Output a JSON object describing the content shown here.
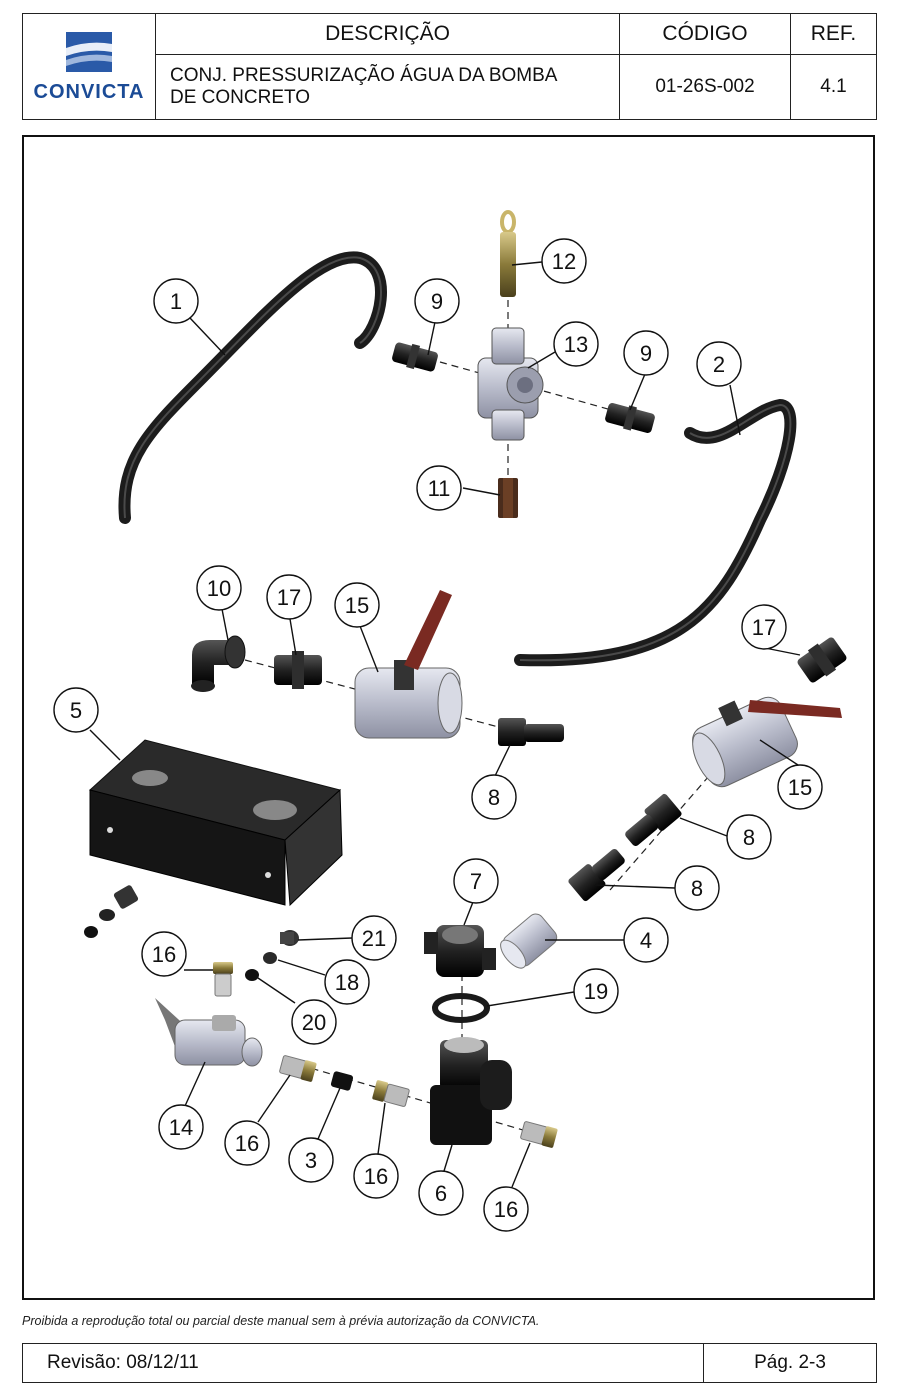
{
  "header": {
    "logo_text": "CONVICTA",
    "description_label": "DESCRIÇÃO",
    "code_label": "CÓDIGO",
    "ref_label": "REF.",
    "description_line1": "CONJ. PRESSURIZAÇÃO ÁGUA DA BOMBA",
    "description_line2": "DE CONCRETO",
    "code_value": "01-26S-002",
    "ref_value": "4.1"
  },
  "drawing": {
    "balloons": {
      "b1": "1",
      "b2": "2",
      "b9a": "9",
      "b9b": "9",
      "b12": "12",
      "b13": "13",
      "b11": "11",
      "b10": "10",
      "b17a": "17",
      "b15a": "15",
      "b17b": "17",
      "b5": "5",
      "b8a": "8",
      "b15b": "15",
      "b8b": "8",
      "b8c": "8",
      "b7": "7",
      "b4": "4",
      "b21": "21",
      "b16a": "16",
      "b18": "18",
      "b19": "19",
      "b20": "20",
      "b14": "14",
      "b16b": "16",
      "b3": "3",
      "b16c": "16",
      "b6": "6",
      "b16d": "16"
    }
  },
  "footer": {
    "disclaimer": "Proibida a reprodução total ou parcial deste manual sem à prévia autorização da CONVICTA.",
    "revision": "Revisão: 08/12/11",
    "page": "Pág. 2-3"
  },
  "colors": {
    "brand_blue": "#1b4b96",
    "hose": "#1c1c1c",
    "handle": "#7a2a22",
    "brass": "#8a7a3a",
    "steel": "#c8cad6"
  }
}
